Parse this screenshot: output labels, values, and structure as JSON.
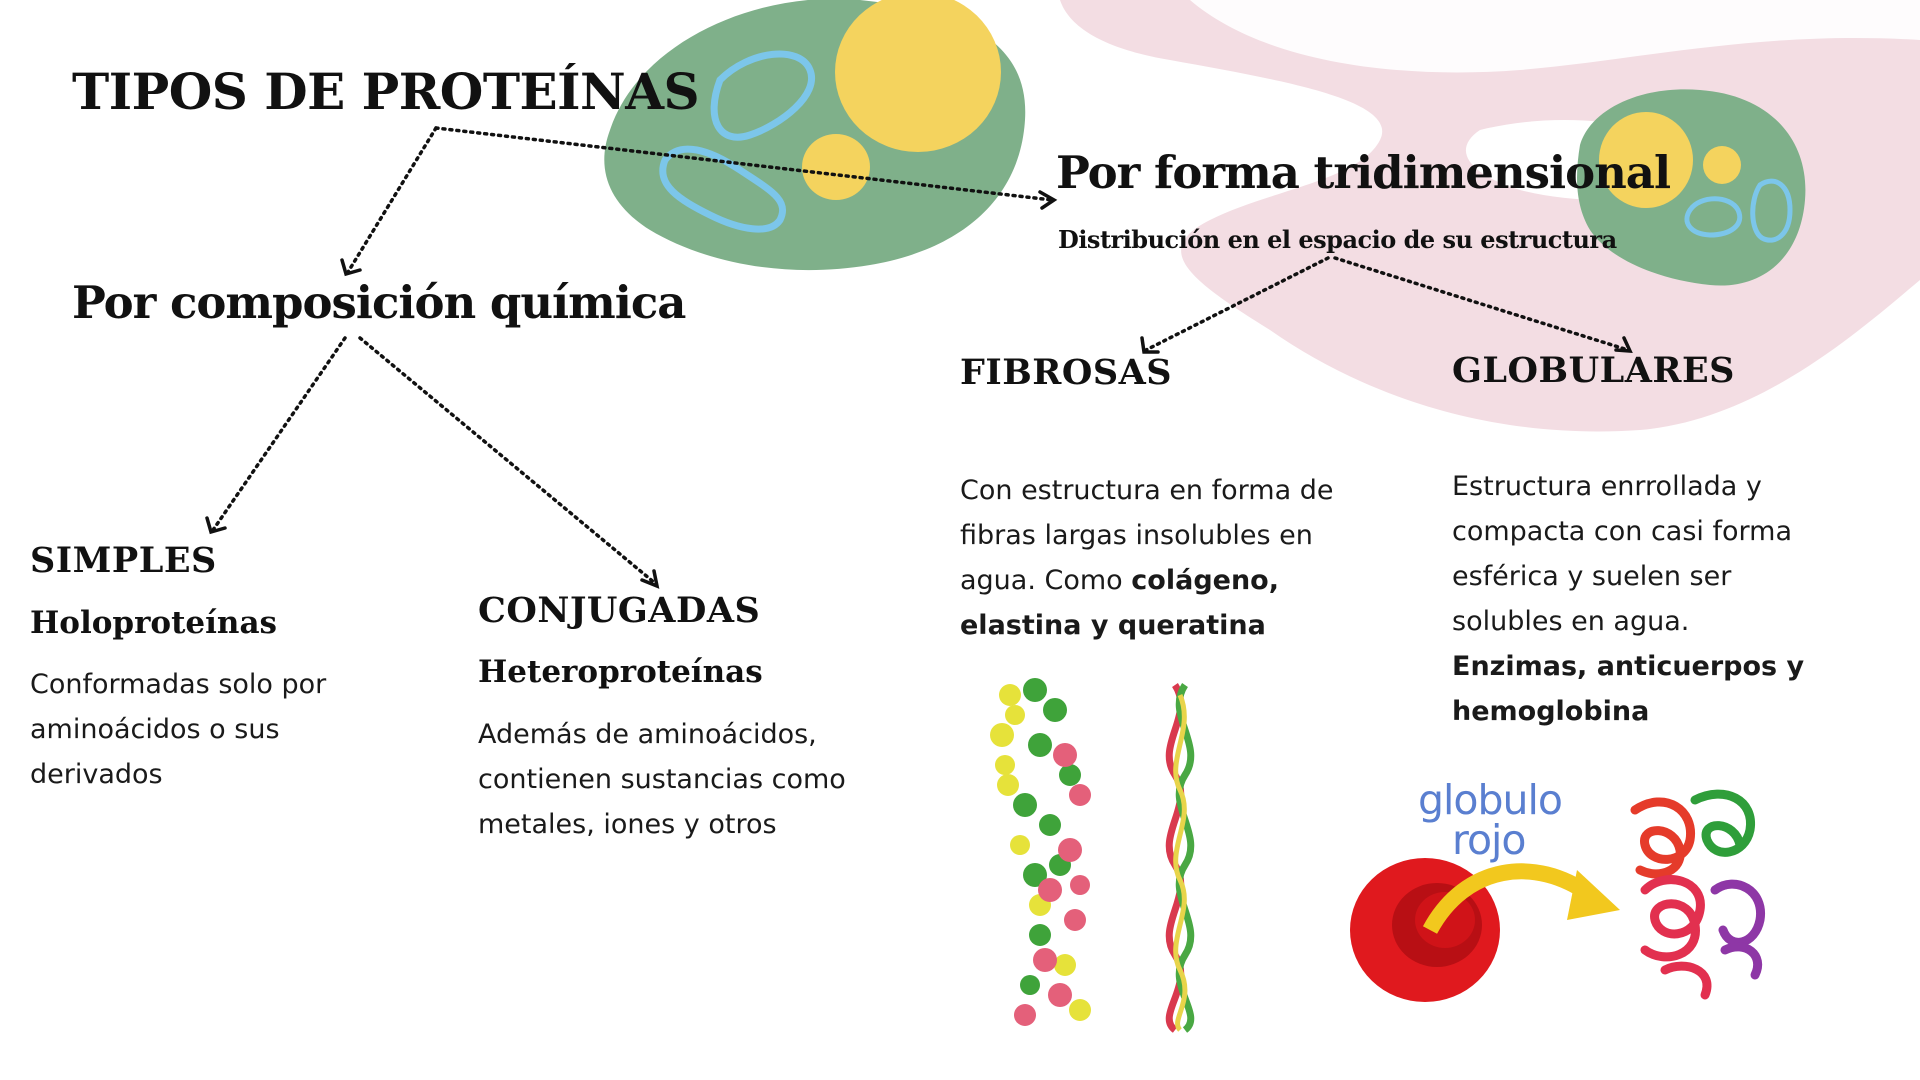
{
  "title": "TIPOS DE PROTEÍNAS",
  "composition": {
    "heading": "Por composición química",
    "simples": {
      "name": "SIMPLES",
      "alt_name": "Holoproteínas",
      "description": "Conformadas solo por aminoácidos o sus derivados"
    },
    "conjugadas": {
      "name": "CONJUGADAS",
      "alt_name": "Heteroproteínas",
      "description": "Además de aminoácidos, contienen sustancias como metales, iones y otros"
    }
  },
  "shape": {
    "heading": "Por forma tridimensional",
    "caption": "Distribución en el espacio de su estructura",
    "fibrosas": {
      "name": "FIBROSAS",
      "description": "Con estructura en forma de fibras largas insolubles en agua. Como",
      "examples": "colágeno, elastina y queratina"
    },
    "globulares": {
      "name": "GLOBULARES",
      "description": "Estructura enrrollada y compacta con casi forma esférica y suelen ser solubles en agua.",
      "examples": "Enzimas, anticuerpos y hemoglobina"
    },
    "illustration_label": {
      "line1": "globulo",
      "line2": "rojo"
    }
  },
  "colors": {
    "cell_green": "#7fb08a",
    "nucleus_yellow": "#f4d35e",
    "organelle_blue": "#7cc6ea",
    "background_pink": "#f3dde3",
    "red_cell": "#e0191e",
    "arrow_yellow": "#f2c81e"
  }
}
